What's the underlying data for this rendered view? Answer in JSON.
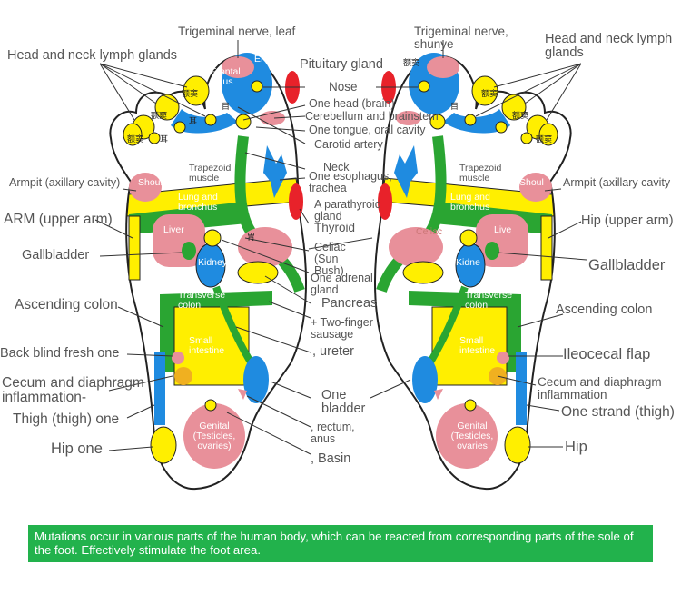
{
  "left_labels": {
    "trigeminal": "Trigeminal nerve, leaf",
    "head_neck": "Head and neck lymph glands",
    "frontal_sinus": "Frontal sinus",
    "er": "ER",
    "trapezoid": "Trapezoid muscle",
    "shoulder": "Shoulder",
    "lung": "Lung and bronchus",
    "liver": "Liver",
    "kidney": "Kidney",
    "transverse": "Transverse colon",
    "small_intestine": "Small intestine",
    "genital": "Genital (Testicles, ovaries)",
    "armpit": "Armpit (axillary cavity)",
    "arm": "ARM (upper arm)",
    "gallbladder": "Gallbladder",
    "ascending": "Ascending colon",
    "back_blind": "Back blind fresh one",
    "cecum": "Cecum and diaphragm inflammation-",
    "thigh": "Thigh (thigh) one",
    "hip": "Hip one"
  },
  "center_labels": {
    "pituitary": "Pituitary gland",
    "nose": "Nose",
    "one_head": "One head (brain)",
    "cerebellum": "Cerebellum and brainstem",
    "tongue": "One tongue, oral cavity",
    "carotid": "Carotid artery",
    "neck": "Neck",
    "esophagus": "One esophagus, trachea",
    "parathyroid": "A parathyroid gland",
    "thyroid": "Thyroid",
    "celiac": "Celiac (Sun Bush)",
    "adrenal": "One adrenal gland",
    "pancreas": "Pancreas",
    "sausage": "+ Two-finger sausage",
    "ureter": ", ureter",
    "bladder": "One bladder",
    "rectum": ", rectum, anus",
    "basin": ", Basin",
    "stomach_cjk": "胃"
  },
  "right_labels": {
    "trigeminal": "Trigeminal nerve, shunye",
    "head_neck": "Head and neck lymph glands",
    "armpit": "Armpit (axillary cavity",
    "hip_upper_arm": "Hip (upper arm)",
    "gallbladder": "Gallbladder",
    "ascending": "Ascending colon",
    "ileocecal": "Ileocecal flap",
    "cecum": "Cecum and diaphragm inflammation",
    "strand": "One strand (thigh)",
    "hip": "Hip",
    "trapezoid": "Trapezoid muscle",
    "shoulder": "Shoul",
    "lung": "Lung and bronchus",
    "liver": "Live",
    "kidney": "Kidne",
    "transverse": "Transverse colon",
    "small_intestine": "Small intestine",
    "genital": "Genital (Testicles, ovaries",
    "celiac": "Celiac"
  },
  "cjk": {
    "sinus": "额窦",
    "ear": "耳",
    "eye": "目"
  },
  "banner": "Mutations occur in various parts of the human body, which can be reacted from corresponding parts of the sole of the foot. Effectively stimulate the foot area.",
  "colors": {
    "foot_fill": "#ffffff",
    "yellow": "#ffef00",
    "blue": "#1f8be0",
    "green": "#2aa532",
    "pink": "#e8909a",
    "red": "#e8222a",
    "banner": "#22b24c"
  }
}
